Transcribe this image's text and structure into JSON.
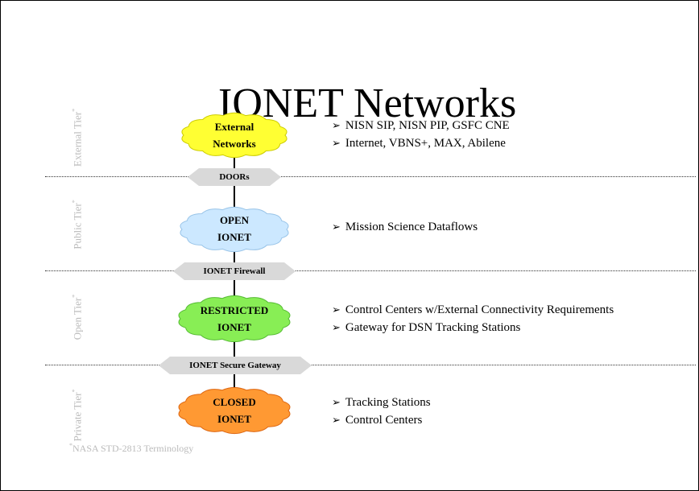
{
  "title": "IONET Networks",
  "bullet_marker": "➢",
  "tiers": [
    {
      "label": "External Tier",
      "mark": "*"
    },
    {
      "label": "Public Tier",
      "mark": "*"
    },
    {
      "label": "Open Tier",
      "mark": "*"
    },
    {
      "label": "Private Tier",
      "mark": "*"
    }
  ],
  "clouds": [
    {
      "line1": "External",
      "line2": "Networks",
      "fill": "#ffff33",
      "stroke": "#cccc00"
    },
    {
      "line1": "OPEN",
      "line2": "IONET",
      "fill": "#cce8ff",
      "stroke": "#99c4e8"
    },
    {
      "line1": "RESTRICTED",
      "line2": "IONET",
      "fill": "#88ee55",
      "stroke": "#55bb33"
    },
    {
      "line1": "CLOSED",
      "line2": "IONET",
      "fill": "#ff9933",
      "stroke": "#dd6611"
    }
  ],
  "gateways": [
    {
      "label": "DOORs",
      "fill": "#d9d9d9"
    },
    {
      "label": "IONET Firewall",
      "fill": "#d9d9d9"
    },
    {
      "label": "IONET Secure Gateway",
      "fill": "#d9d9d9"
    }
  ],
  "bullets": {
    "external": [
      "NISN SIP, NISN PIP, GSFC CNE",
      "Internet, VBNS+, MAX, Abilene"
    ],
    "public": [
      "Mission Science Dataflows"
    ],
    "open": [
      "Control Centers w/External Connectivity Requirements",
      "Gateway for DSN Tracking Stations"
    ],
    "private": [
      "Tracking Stations",
      "Control Centers"
    ]
  },
  "footnote": {
    "mark": "*",
    "text": "NASA STD-2813 Terminology"
  }
}
